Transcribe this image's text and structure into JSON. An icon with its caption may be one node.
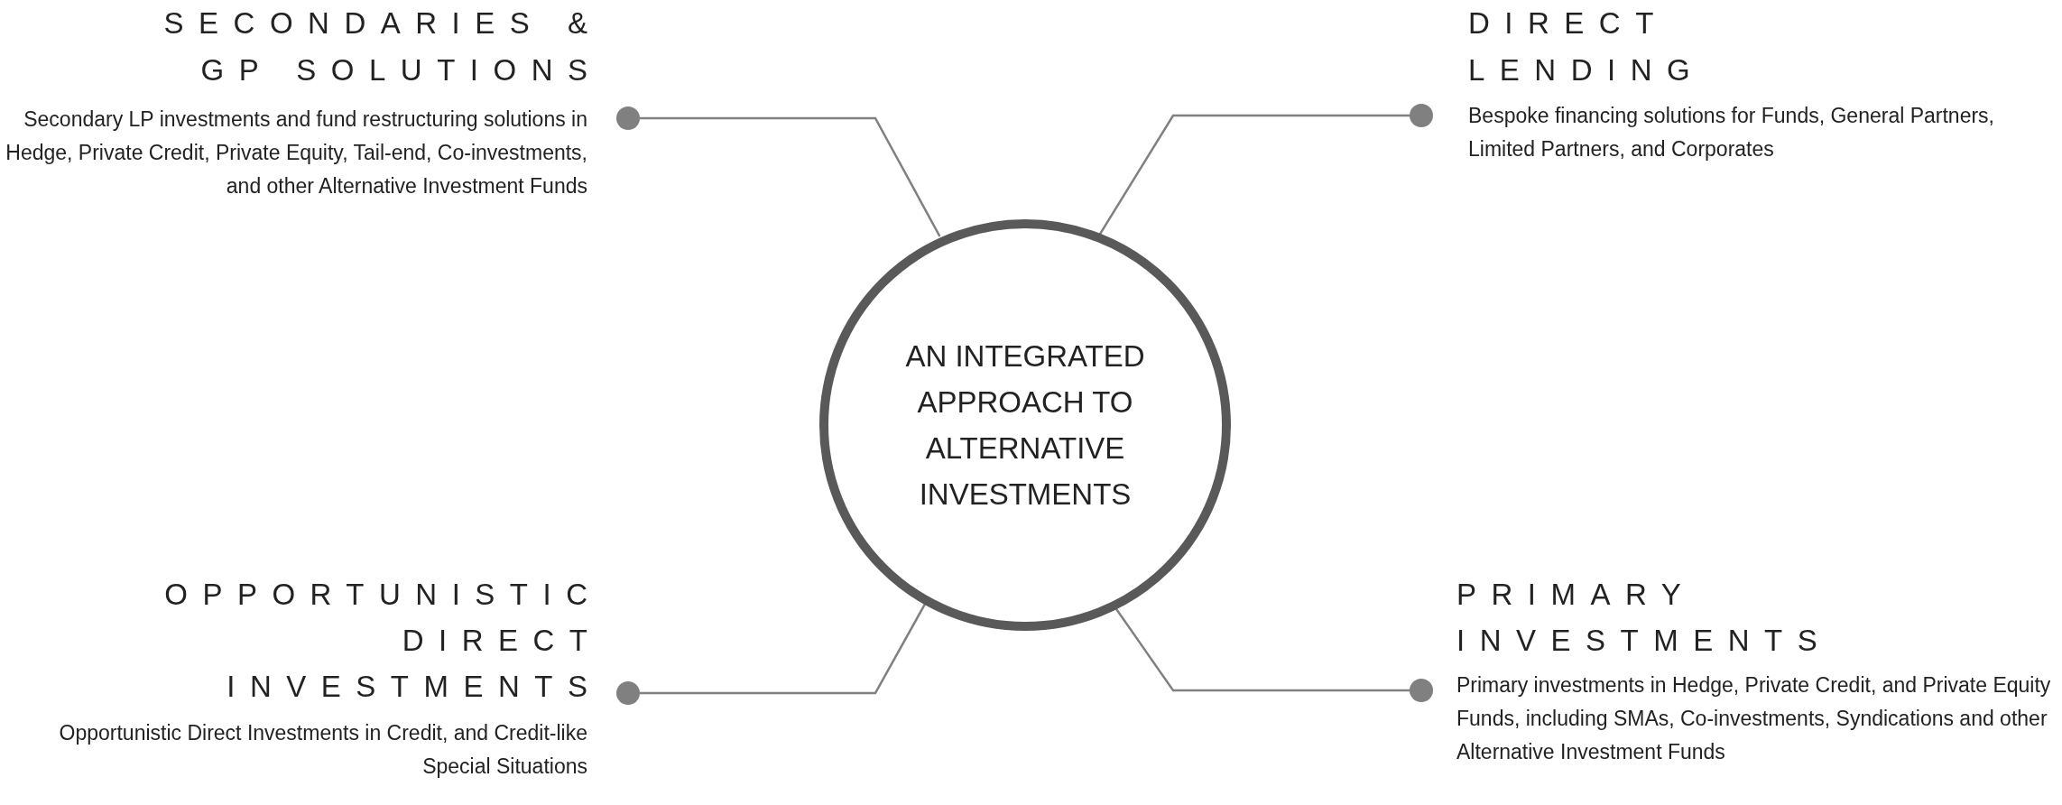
{
  "diagram": {
    "nodes": [
      {
        "text": [
          "AN INTEGRATED APPROACH TO ALTERNATIVE INVESTMENTS"
        ]
      },
      {
        "text": [
          "SECONDARIES & GP SOLUTIONS",
          "Secondary LP investments and fund restructuring solutions in Hedge, Private Credit, Private Equity, Tail-end, Co-investments, and other Alternative Investment Funds"
        ]
      },
      {
        "text": [
          "DIRECT LENDING",
          "Bespoke financing solutions for Funds, General Partners, Limited Partners, and Corporates"
        ]
      },
      {
        "text": [
          "OPPORTUNISTIC DIRECT INVESTMENTS",
          "Opportunistic Direct Investments in Credit, and Credit-like Special Situations"
        ]
      },
      {
        "text": [
          "PRIMARY INVESTMENTS",
          "Primary investments in Hedge, Private Credit, and Private Equity Funds, including SMAs, Co-investments, Syndications and other Alternative Investment Funds"
        ]
      }
    ],
    "edges": [
      {
        "from": 0,
        "to": 1,
        "arrow": "other"
      },
      {
        "from": 0,
        "to": 2,
        "arrow": "other"
      },
      {
        "from": 0,
        "to": 3,
        "arrow": "other"
      },
      {
        "from": 0,
        "to": 4,
        "arrow": "other"
      }
    ]
  }
}
